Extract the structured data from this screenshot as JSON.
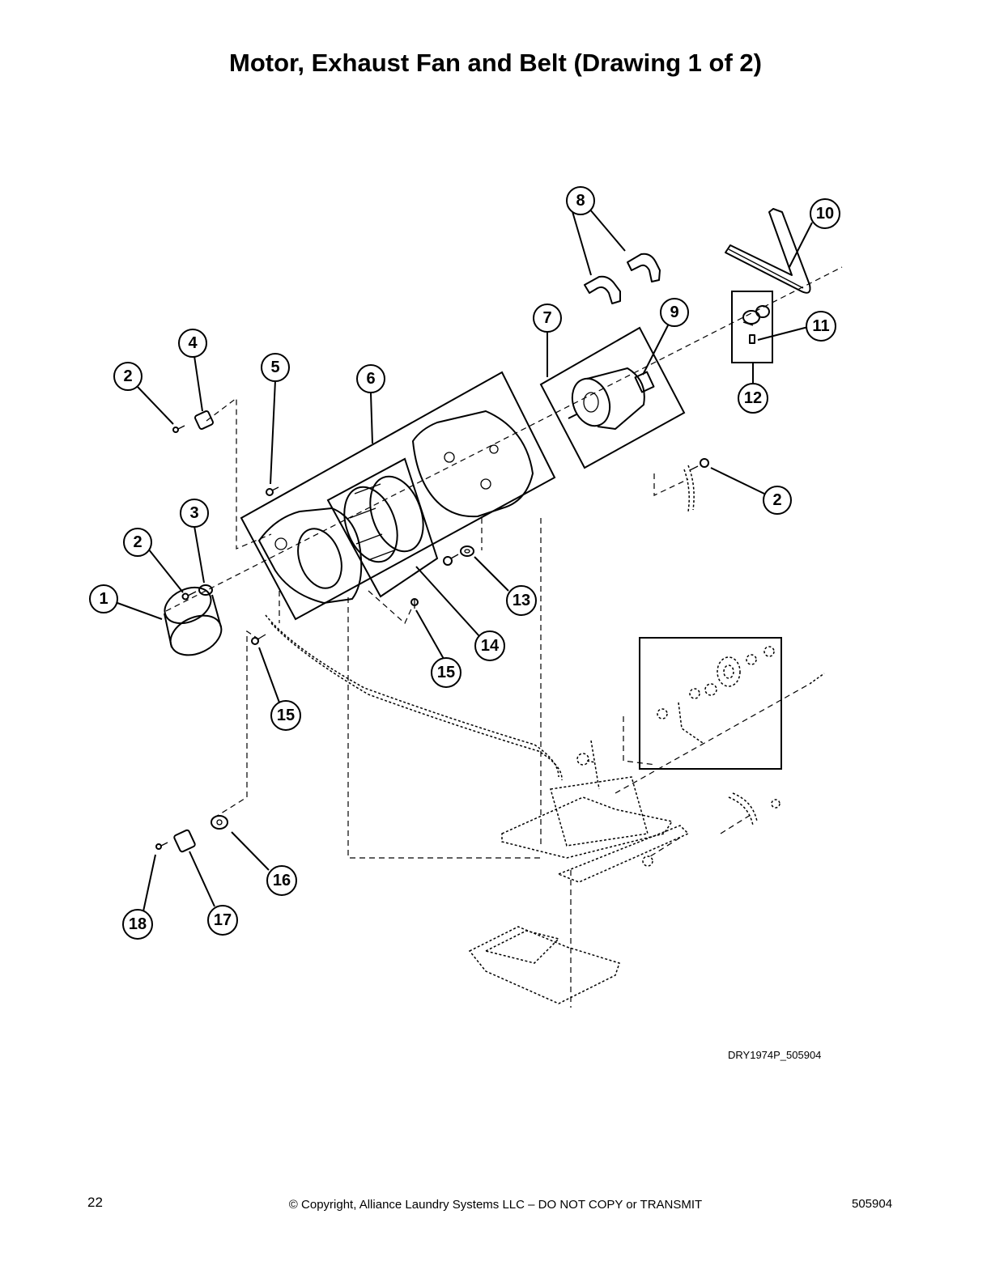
{
  "title": "Motor, Exhaust Fan and Belt (Drawing 1 of 2)",
  "drawing_id": "DRY1974P_505904",
  "footer": {
    "page_number": "22",
    "copyright": "© Copyright, Alliance Laundry Systems LLC – DO NOT COPY or TRANSMIT",
    "document_number": "505904"
  },
  "callouts": {
    "c1": "1",
    "c2a": "2",
    "c2b": "2",
    "c2c": "2",
    "c3": "3",
    "c4": "4",
    "c5": "5",
    "c6": "6",
    "c7": "7",
    "c8": "8",
    "c9": "9",
    "c10": "10",
    "c11": "11",
    "c12": "12",
    "c13": "13",
    "c14": "14",
    "c15a": "15",
    "c15b": "15",
    "c16": "16",
    "c17": "17",
    "c18": "18"
  }
}
